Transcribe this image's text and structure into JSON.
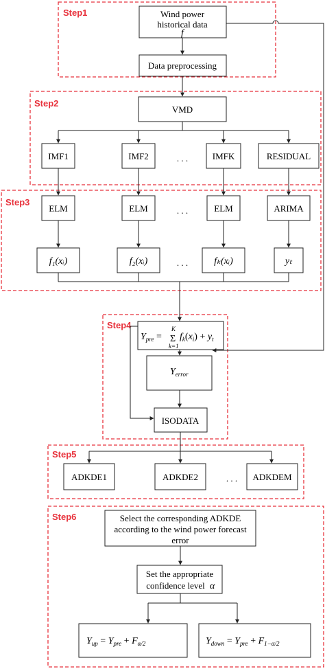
{
  "steps": {
    "step1": "Step1",
    "step2": "Step2",
    "step3": "Step3",
    "step4": "Step4",
    "step5": "Step5",
    "step6": "Step6"
  },
  "nodes": {
    "wind_data_line1": "Wind power",
    "wind_data_line2": "historical data",
    "wind_data_symbol": "f",
    "preprocessing": "Data preprocessing",
    "vmd": "VMD",
    "imf1": "IMF1",
    "imf2": "IMF2",
    "imfk": "IMFK",
    "residual": "RESIDUAL",
    "ellipsis": ". . .",
    "elm": "ELM",
    "arima": "ARIMA",
    "isodata": "ISODATA",
    "adkde1": "ADKDE1",
    "adkde2": "ADKDE2",
    "adkdem": "ADKDEM",
    "select_line1": "Select the corresponding ADKDE",
    "select_line2": "according to the wind power forecast",
    "select_line3": "error",
    "confidence_line1": "Set the appropriate",
    "confidence_line2": "confidence level",
    "alpha": "α"
  },
  "formulas": {
    "f1": "f₁(xᵢ)",
    "f2": "f₂(xᵢ)",
    "fk": "fₖ(xᵢ)",
    "yt": "yₜ",
    "ypre": "Y_pre = Σ_{k=1}^{K} f_k(x_i) + y_t",
    "yerror": "Y_error",
    "yup": "Y_up = Y_pre + F_{α/2}",
    "ydown": "Y_down = Y_pre + F_{1−α/2}"
  },
  "colors": {
    "step_border": "#e8323c",
    "box_border": "#222222"
  }
}
